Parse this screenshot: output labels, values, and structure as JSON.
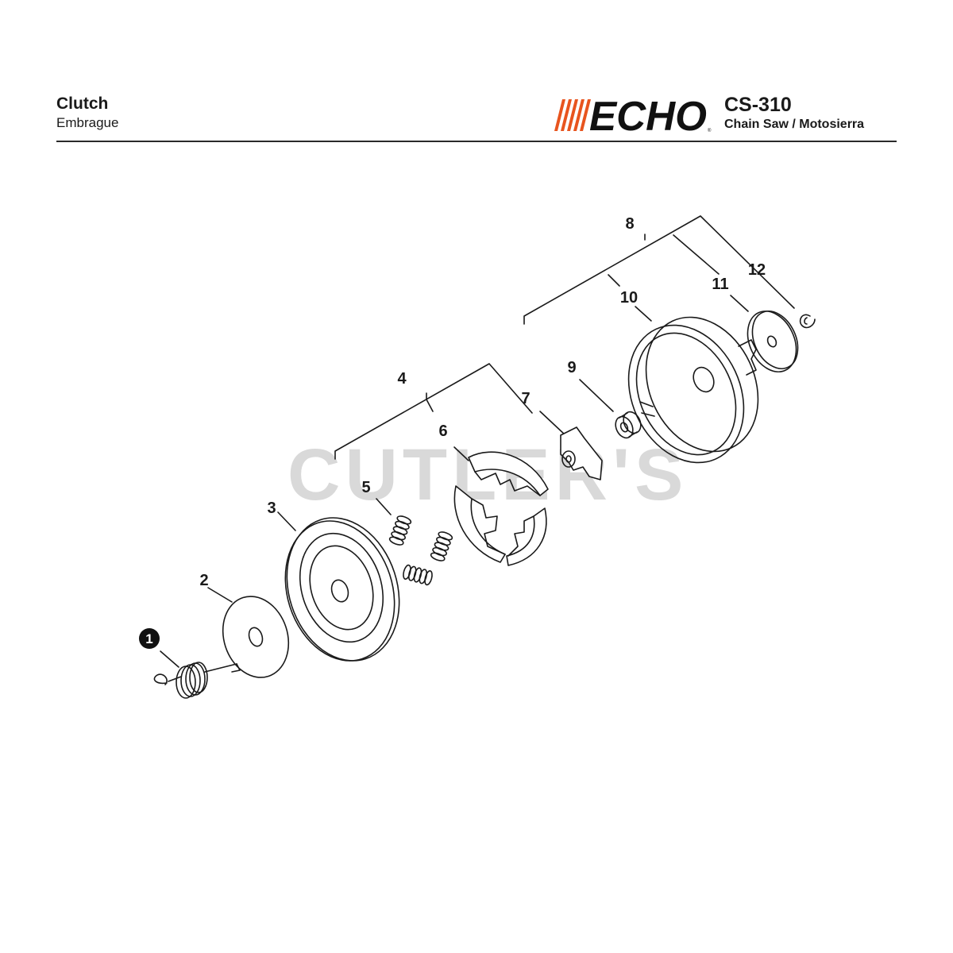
{
  "header": {
    "title": "Clutch",
    "subtitle": "Embrague",
    "model": "CS-310",
    "product": "Chain Saw / Motosierra",
    "brand": "ECHO"
  },
  "watermark": "CUTLER'S",
  "colors": {
    "brand_stripe": "#e8541e",
    "ink": "#1a1a1a",
    "watermark": "#d9d9d9"
  },
  "callouts": {
    "c1": "1",
    "c2": "2",
    "c3": "3",
    "c4": "4",
    "c5": "5",
    "c6": "6",
    "c7": "7",
    "c8": "8",
    "c9": "9",
    "c10": "10",
    "c11": "11",
    "c12": "12"
  }
}
